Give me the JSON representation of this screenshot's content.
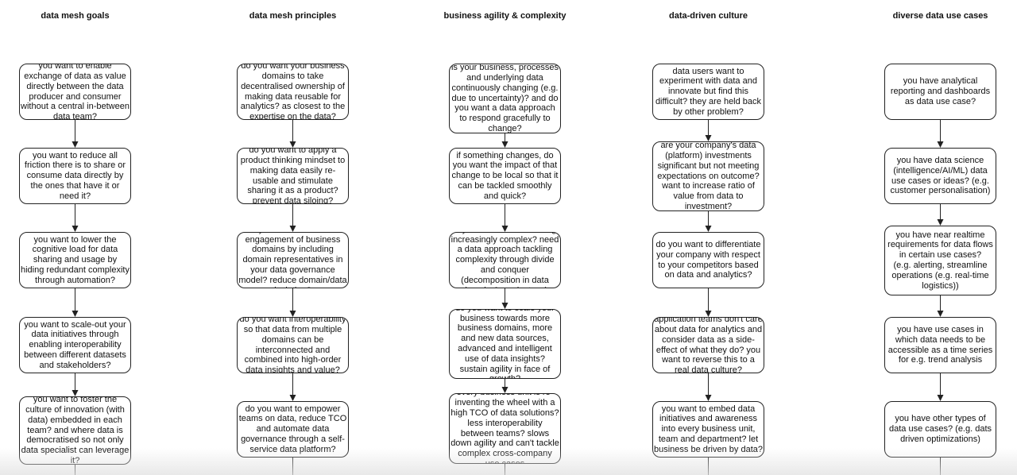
{
  "columns": [
    {
      "title": "data mesh goals",
      "boxes": [
        "you want to enable exchange of data as value directly between the data producer and consumer without a central in-between data team?",
        "you want to reduce all friction there is to share or consume data directly by the ones that have it or need it?",
        "you want to lower the cognitive load for data sharing and usage by hiding redundant complexity through automation?",
        "you want to scale-out your data initiatives through enabling interoperability between different datasets and stakeholders?",
        "you want to foster the culture of innovation (with data) embedded in each team? and where data is democratised so not only data specialist can leverage it?"
      ]
    },
    {
      "title": "data mesh principles",
      "boxes": [
        "do you want your business domains to take decentralised ownership of making data reusable for analytics? as closest to the expertise on the data?",
        "do you want to apply a product thinking mindset to making data easily re-usable and stimulate sharing it as a product? prevent data siloing?",
        "do you want to  increase engagement of business domains by including domain representatives in your data governance model? reduce domain/data isolation?",
        "do you want interoperability so that data from multiple domains can be interconnected and combined into high-order data insights and value?",
        "do you want to empower teams on data, reduce TCO and automate data governance through a self-service data platform?"
      ]
    },
    {
      "title": "business agility & complexity",
      "boxes": [
        "is your business, processes and underlying data continuously changing (e.g. due to uncertainty)? and do you want a data approach  to respond gracefully to change?",
        "if something changes, do you want the impact of that change to be local so that it can be tackled smoothly and quick?",
        "is your business becoming increasingly complex? need a data approach tackling complexity through divide and conquer (decomposition in data domain & products,...)",
        "do you want to scale your business towards more business domains, more and new data sources, advanced and intelligent use of data insights? sustain agility in face of growth?",
        "every business unit is re-inventing the wheel with a high TCO of data solutions? less interoperability between teams? slows down agility and can't tackle complex cross-company use cases"
      ]
    },
    {
      "title": "data-driven culture",
      "boxes": [
        "data users want to experiment with data and innovate but find this difficult? they are held back by other problem?",
        "are your company's data (platform) investments significant but not meeting expectations on outcome? want to increase ratio of value from data to investment?",
        "do you want to  differentiate your company with respect to your competitors based on data and analytics?",
        "application teams don't care about data for analytics and consider data as a side-effect of what they do? you want to reverse this to a real data culture?",
        "you want to embed data initiatives and awareness into every business unit, team and department? let business be driven by data?"
      ]
    },
    {
      "title": "diverse data use cases",
      "boxes": [
        "you have analytical reporting and dashboards as data use case?",
        "you have data science (intelligence/AI/ML) data use cases or ideas? (e.g. customer personalisation)",
        "you have near realtime requirements for data flows in certain use cases?\n(e.g. alerting, streamline operations (e.g. real-time logistics))",
        "you have use cases in which data needs to be accessible as a time series for e.g. trend analysis",
        "you have other types of data use cases? (e.g. dats driven optimizations)"
      ]
    }
  ]
}
